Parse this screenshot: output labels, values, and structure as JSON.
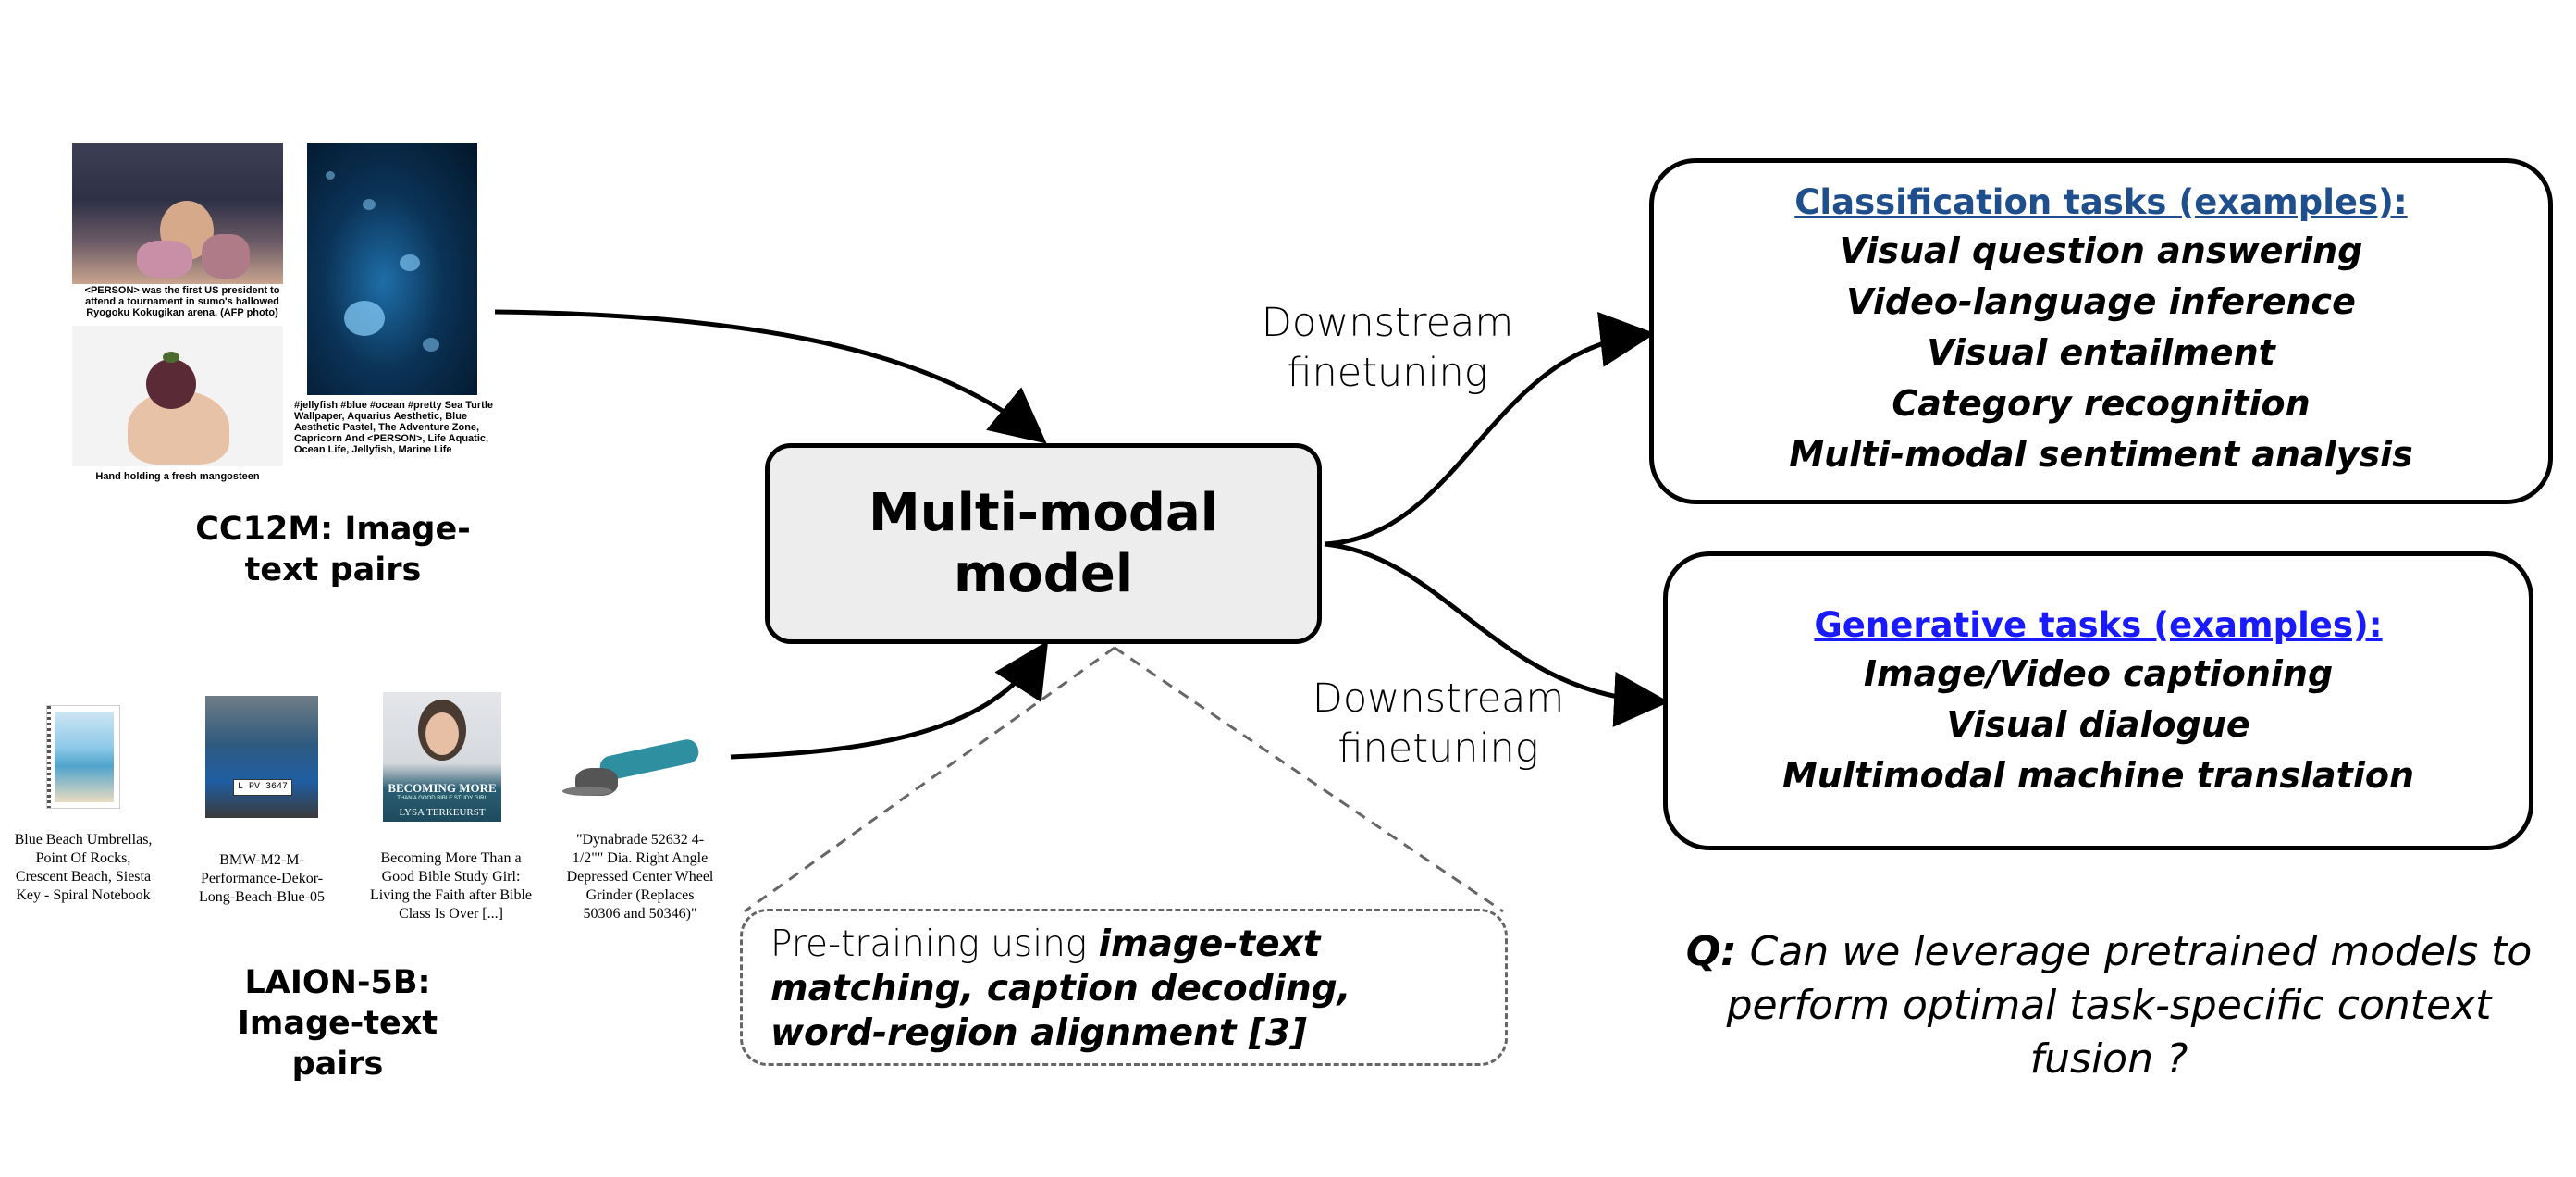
{
  "sources": {
    "cc12m": {
      "label": "CC12M: Image-text pairs",
      "captions": {
        "sumo": "<PERSON> was the first US president to attend a tournament in sumo's hallowed Ryogoku Kokugikan arena. (AFP photo)",
        "jellyfish": "#jellyfish #blue #ocean #pretty Sea Turtle Wallpaper, Aquarius Aesthetic, Blue Aesthetic Pastel, The Adventure Zone, Capricorn And <PERSON>, Life Aquatic, Ocean Life, Jellyfish, Marine Life",
        "mangosteen": "Hand holding a fresh mangosteen"
      }
    },
    "laion": {
      "label": "LAION-5B: Image-text pairs",
      "captions": {
        "notebook": "Blue Beach Umbrellas, Point Of Rocks, Crescent Beach, Siesta Key - Spiral Notebook",
        "bmw": "BMW-M2-M-Performance-Dekor-Long-Beach-Blue-05",
        "book": "Becoming More Than a Good Bible Study Girl: Living the Faith after Bible Class Is Over  [...]",
        "grinder": "\"Dynabrade 52632 4-1/2\"\" Dia. Right Angle Depressed Center Wheel Grinder (Replaces 50306 and 50346)\""
      },
      "plate_text": "L PV 3647",
      "book_cover": {
        "title": "BECOMING MORE",
        "subtitle": "THAN A GOOD BIBLE STUDY GIRL",
        "author": "LYSA TERKEURST"
      }
    }
  },
  "model": {
    "label": "Multi-modal\nmodel"
  },
  "downstream": {
    "top": "Downstream\nfinetuning",
    "bottom": "Downstream\nfinetuning"
  },
  "classification": {
    "title": "Classification tasks (examples):",
    "items": [
      "Visual question answering",
      "Video-language inference",
      "Visual entailment",
      "Category recognition",
      "Multi-modal sentiment analysis"
    ]
  },
  "generative": {
    "title": "Generative tasks (examples):",
    "items": [
      "Image/Video captioning",
      "Visual dialogue",
      "Multimodal machine translation"
    ]
  },
  "pretraining": {
    "prefix": "Pre-training using ",
    "bold": "image-text matching, caption decoding, word-region alignment [3]"
  },
  "question": {
    "label": "Q:",
    "text": " Can we leverage pretrained models to perform optimal task-specific context fusion ?"
  },
  "colors": {
    "classification_title": "#1f4e8c",
    "generative_title": "#1a1aff",
    "model_fill": "#ededed",
    "dashed": "#666666"
  }
}
